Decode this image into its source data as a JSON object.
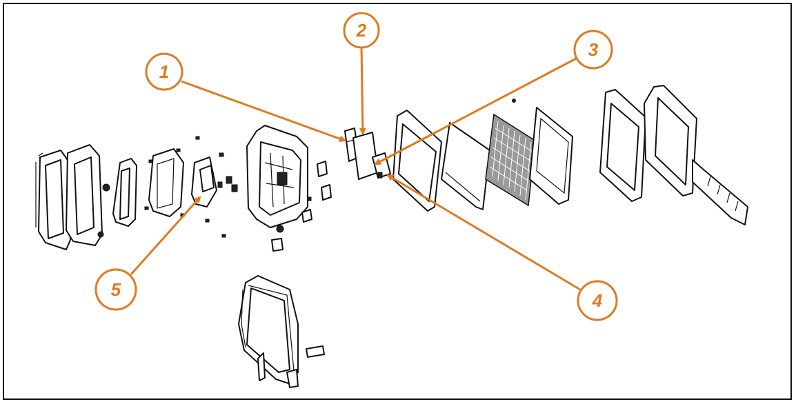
{
  "accent_color": "#e07a1f",
  "line_color": "#111111",
  "callouts": [
    {
      "label": "1"
    },
    {
      "label": "2"
    },
    {
      "label": "3"
    },
    {
      "label": "4"
    },
    {
      "label": "5"
    }
  ]
}
